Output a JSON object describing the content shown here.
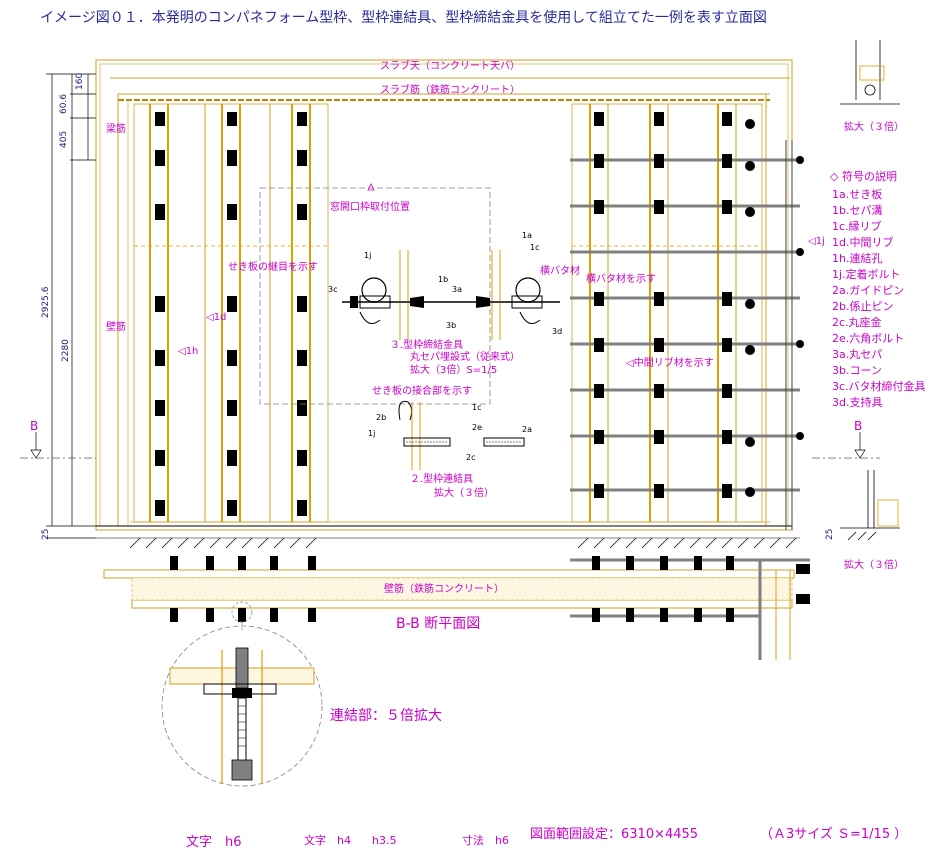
{
  "title": "イメージ図０１．本発明のコンパネフォーム型枠、型枠連結具、型枠締結金具を使用して組立てた一例を表す立面図",
  "slab": {
    "top_label": "スラブ天（コンクリート天バ）",
    "rebar_label": "スラブ筋（鉄筋コンクリート）"
  },
  "left_labels": {
    "beam_rebar": "梁筋",
    "wall_rebar": "壁筋"
  },
  "dimensions": {
    "d160": "160",
    "d60_6": "60.6",
    "d405": "405",
    "d2925_6": "2925.6",
    "d2280": "2280",
    "d25_left": "25",
    "d25_right": "25"
  },
  "section_marks": {
    "left": "B",
    "right": "B"
  },
  "annotations": {
    "window_frame": "窓開口枠取付位置",
    "joint_marks": "せき板の継目を示す",
    "horizontal_batten": "横バタ材を示す",
    "middle_rib": "◁中間リブ材を示す",
    "joint_section": "せき板の接合部を示す",
    "rib_1d": "◁1d",
    "rib_1h": "◁1h",
    "rib_1j_right": "◁1j"
  },
  "detail3": {
    "title": "３.型枠締結金具",
    "subtitle": "丸セパ埋設式（従来式）",
    "scale": "拡大（3倍）S=1/5",
    "labels": {
      "lj": "1j",
      "lb": "1b",
      "la_left": "3a",
      "lc_left": "3c",
      "l3b": "3b",
      "la_top": "1a",
      "lc_top": "1c",
      "l3d": "3d",
      "batten": "横バタ材"
    }
  },
  "detail2": {
    "title": "２.型枠連結具",
    "scale": "拡大（３倍）",
    "labels": {
      "l2b": "2b",
      "l1j": "1j",
      "l1c": "1c",
      "l2e": "2e",
      "l2c": "2c",
      "l2a": "2a"
    }
  },
  "right_detail": {
    "enlarge_top": "拡大（３倍）",
    "enlarge_bottom": "拡大（３倍）"
  },
  "legend": {
    "header": "◇ 符号の説明",
    "items": [
      "1a.せき板",
      "1b.セパ溝",
      "1c.縁リブ",
      "1d.中間リブ",
      "1h.連結孔",
      "1j.定着ボルト",
      "2a.ガイドピン",
      "2b.係止ピン",
      "2c.丸座金",
      "2e.六角ボルト",
      "3a.丸セパ",
      "3b.コーン",
      "3c.バタ材締付金具",
      "3d.支持具"
    ]
  },
  "plan": {
    "wall_rebar": "壁筋（鉄筋コンクリート）",
    "title": "B-B 断平面図",
    "joint_detail": "連結部：５倍拡大"
  },
  "footer": {
    "text_h6": "文字　h6",
    "text_h4": "文字　h4",
    "h3_5": "h3.5",
    "dim_h6": "寸法　h6",
    "range": "図面範囲設定：6310×4455",
    "paper": "（Ａ3サイズ Ｓ=1/15 ）"
  },
  "colors": {
    "frame": "#d4a020",
    "rebar": "#e0a000",
    "annotation": "#cc00cc",
    "dark": "#000000",
    "dim_line": "#1a1a80",
    "dashed": "#808080"
  }
}
